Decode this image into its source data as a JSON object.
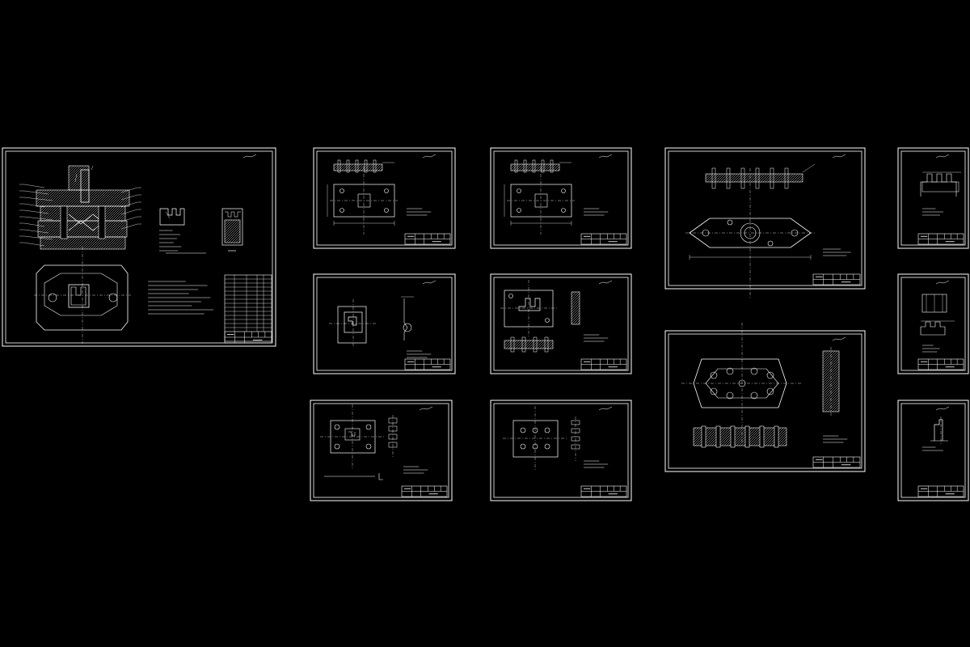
{
  "canvas": {
    "background": "#000000",
    "line_color": "#ffffff"
  },
  "sheets": [
    {
      "id": "assembly-drawing",
      "kind": "assembly"
    },
    {
      "id": "part-plate-a",
      "kind": "plate"
    },
    {
      "id": "part-plate-b",
      "kind": "plate"
    },
    {
      "id": "part-base-oval",
      "kind": "oval-plate"
    },
    {
      "id": "part-small-a",
      "kind": "small"
    },
    {
      "id": "part-punch-plate",
      "kind": "punch-plate"
    },
    {
      "id": "part-die-plate",
      "kind": "die-plate"
    },
    {
      "id": "part-small-b",
      "kind": "small"
    },
    {
      "id": "part-stripper-plate",
      "kind": "stripper"
    },
    {
      "id": "part-fixed-plate",
      "kind": "plate"
    },
    {
      "id": "part-lower-seat",
      "kind": "lower-seat"
    },
    {
      "id": "part-small-c",
      "kind": "pin"
    }
  ]
}
